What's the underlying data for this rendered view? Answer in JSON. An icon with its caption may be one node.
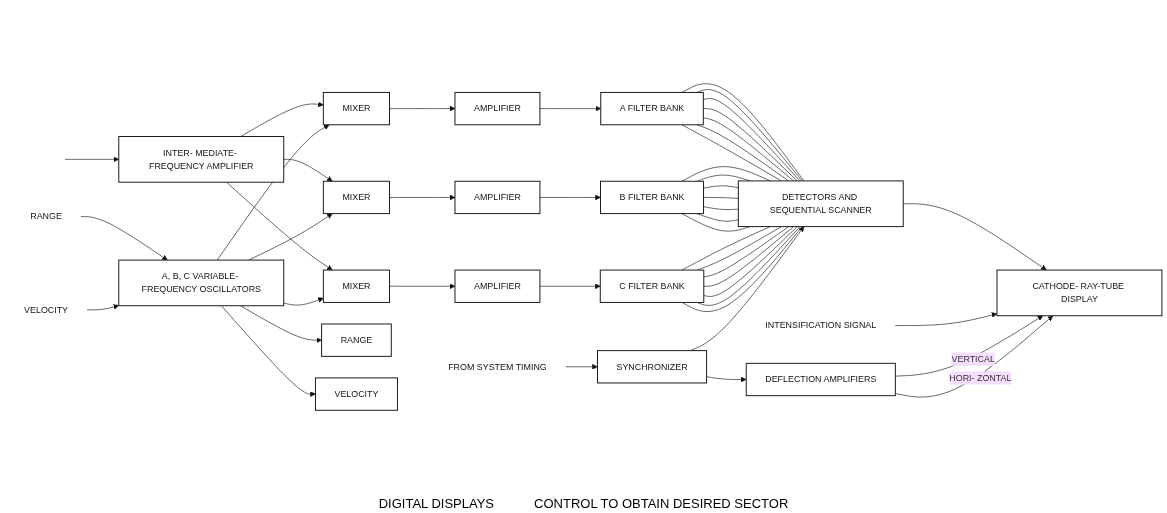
{
  "diagram": {
    "nodes": [
      {
        "text": [
          "INTER- MEDIATE- FREQUENCY AMPLIFIER"
        ]
      },
      {
        "text": [
          "MIXER"
        ]
      },
      {
        "text": [
          "AMPLIFIER"
        ]
      },
      {
        "text": [
          "A FILTER BANK"
        ]
      },
      {
        "text": [
          "DETECTORS AND SEQUENTIAL SCANNER"
        ]
      },
      {
        "text": [
          "CATHODE- RAY-TUBE DISPLAY"
        ]
      },
      {
        "text": [
          "MIXER"
        ]
      },
      {
        "text": [
          "AMPLIFIER"
        ]
      },
      {
        "text": [
          "B FILTER BANK"
        ]
      },
      {
        "text": [
          "MIXER"
        ]
      },
      {
        "text": [
          "AMPLIFIER"
        ]
      },
      {
        "text": [
          "C FILTER BANK"
        ]
      },
      {
        "text": [
          "A, B, C VARIABLE- FREQUENCY OSCILLATORS"
        ]
      },
      {
        "text": [
          "RANGE"
        ]
      },
      {
        "text": [
          "VELOCITY"
        ]
      },
      {
        "text": [
          "SYNCHRONIZER"
        ]
      },
      {
        "text": [
          "DEFLECTION AMPLIFIERS"
        ]
      },
      {
        "text": [
          "RANGE"
        ]
      },
      {
        "text": [
          "VELOCITY"
        ]
      },
      {
        "text": [
          "FROM SYSTEM TIMING"
        ]
      },
      {
        "text": [
          "INTENSIFICATION SIGNAL"
        ]
      }
    ],
    "edges": [
      {
        "from": null,
        "to": 0,
        "arrow": "to"
      },
      {
        "from": 0,
        "to": 1,
        "arrow": "to"
      },
      {
        "from": 0,
        "to": 6,
        "arrow": "to"
      },
      {
        "from": 0,
        "to": 9,
        "arrow": "to"
      },
      {
        "from": 12,
        "to": 1,
        "arrow": "to"
      },
      {
        "from": 12,
        "to": 6,
        "arrow": "to"
      },
      {
        "from": 12,
        "to": 9,
        "arrow": "to"
      },
      {
        "from": 1,
        "to": 2,
        "arrow": "to"
      },
      {
        "from": 6,
        "to": 7,
        "arrow": "to"
      },
      {
        "from": 9,
        "to": 10,
        "arrow": "to"
      },
      {
        "from": 2,
        "to": 3,
        "arrow": "to"
      },
      {
        "from": 7,
        "to": 8,
        "arrow": "to"
      },
      {
        "from": 10,
        "to": 11,
        "arrow": "to"
      },
      {
        "from": 3,
        "to": 4,
        "arrow": "none"
      },
      {
        "from": 3,
        "to": 4,
        "arrow": "none"
      },
      {
        "from": 3,
        "to": 4,
        "arrow": "none"
      },
      {
        "from": 3,
        "to": 4,
        "arrow": "none"
      },
      {
        "from": 3,
        "to": 4,
        "arrow": "none"
      },
      {
        "from": 3,
        "to": 4,
        "arrow": "none"
      },
      {
        "from": 3,
        "to": 4,
        "arrow": "none"
      },
      {
        "from": 8,
        "to": 4,
        "arrow": "none"
      },
      {
        "from": 8,
        "to": 4,
        "arrow": "none"
      },
      {
        "from": 8,
        "to": 4,
        "arrow": "none"
      },
      {
        "from": 8,
        "to": 4,
        "arrow": "none"
      },
      {
        "from": 8,
        "to": 4,
        "arrow": "none"
      },
      {
        "from": 8,
        "to": 4,
        "arrow": "none"
      },
      {
        "from": 8,
        "to": 4,
        "arrow": "none"
      },
      {
        "from": 11,
        "to": 4,
        "arrow": "none"
      },
      {
        "from": 11,
        "to": 4,
        "arrow": "none"
      },
      {
        "from": 11,
        "to": 4,
        "arrow": "none"
      },
      {
        "from": 11,
        "to": 4,
        "arrow": "none"
      },
      {
        "from": 11,
        "to": 4,
        "arrow": "none"
      },
      {
        "from": 11,
        "to": 4,
        "arrow": "none"
      },
      {
        "from": 11,
        "to": 4,
        "arrow": "none"
      },
      {
        "from": 4,
        "to": 5,
        "arrow": "to"
      },
      {
        "from": 20,
        "to": 5,
        "arrow": "to"
      },
      {
        "from": 12,
        "to": 13,
        "arrow": "to"
      },
      {
        "from": 12,
        "to": 14,
        "arrow": "to"
      },
      {
        "from": 17,
        "to": 12,
        "arrow": "to"
      },
      {
        "from": 18,
        "to": 12,
        "arrow": "to"
      },
      {
        "from": 15,
        "to": 4,
        "arrow": "to"
      },
      {
        "from": 15,
        "to": 16,
        "arrow": "to"
      },
      {
        "from": 19,
        "to": 15,
        "arrow": "to"
      },
      {
        "from": 16,
        "to": 5,
        "arrow": "to",
        "label": "VERTICAL"
      },
      {
        "from": 16,
        "to": 5,
        "arrow": "to",
        "label": "HORI- ZONTAL"
      }
    ],
    "labels": [
      "DIGITAL DISPLAYS",
      "CONTROL TO OBTAIN DESIRED SECTOR"
    ]
  }
}
